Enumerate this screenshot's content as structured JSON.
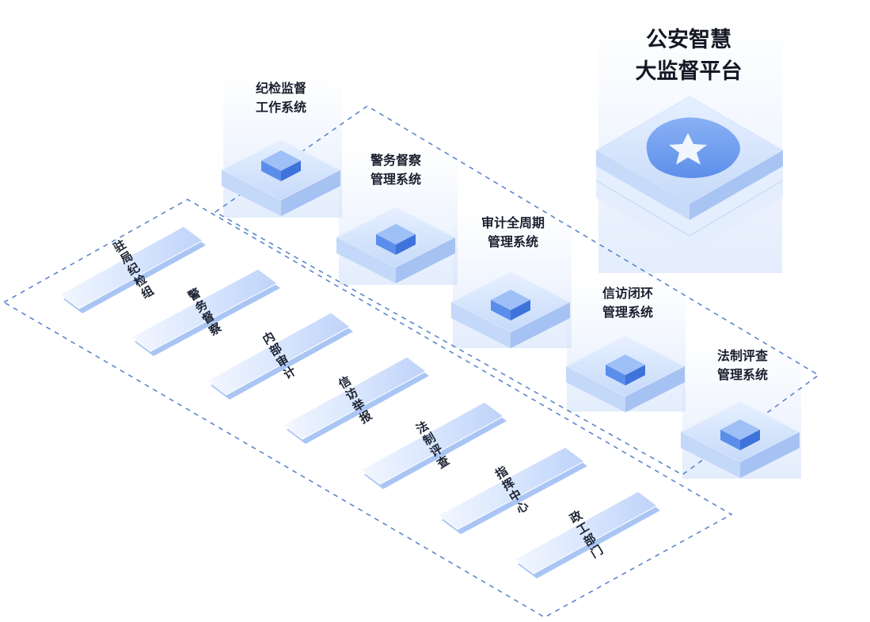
{
  "platform": {
    "title_line1": "公安智慧",
    "title_line2": "大监督平台"
  },
  "systems": [
    {
      "line1": "纪检监督",
      "line2": "工作系统"
    },
    {
      "line1": "警务督察",
      "line2": "管理系统"
    },
    {
      "line1": "审计全周期",
      "line2": "管理系统"
    },
    {
      "line1": "信访闭环",
      "line2": "管理系统"
    },
    {
      "line1": "法制评查",
      "line2": "管理系统"
    }
  ],
  "departments": [
    {
      "label": "驻局纪检组"
    },
    {
      "label": "警务督察"
    },
    {
      "label": "内部审计"
    },
    {
      "label": "信访举报"
    },
    {
      "label": "法制评查"
    },
    {
      "label": "指挥中心"
    },
    {
      "label": "政工部门"
    }
  ],
  "colors": {
    "accent": "#4d86ea",
    "tile_top": "#dbe8fd",
    "tile_side": "#b3cdf6",
    "dashed_line": "#5b87c8"
  }
}
